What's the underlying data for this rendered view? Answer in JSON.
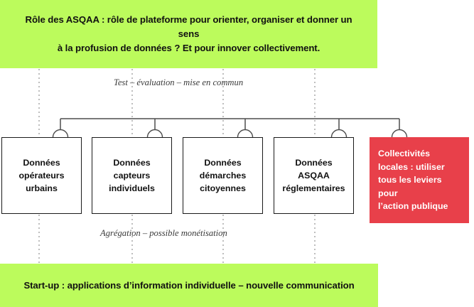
{
  "banner_top": {
    "lines": [
      "Rôle des ASQAA : rôle de plateforme pour orienter, organiser et donner un sens",
      "à la profusion de données ? Et pour innover collectivement."
    ],
    "color": "#bcfb5c"
  },
  "banner_bottom": {
    "lines": [
      "Start-up : applications d’information individuelle – nouvelle communication"
    ],
    "color": "#bcfb5c"
  },
  "captions": {
    "top": "Test – évaluation – mise en commun",
    "bottom": "Agrégation – possible monétisation"
  },
  "nodes": [
    {
      "id": "donnees-operateurs-urbains",
      "lines": [
        "Données",
        "opérateurs",
        "urbains"
      ],
      "fill": "#ffffff",
      "text_color": "#111111"
    },
    {
      "id": "donnees-capteurs-individuels",
      "lines": [
        "Données",
        "capteurs",
        "individuels"
      ],
      "fill": "#ffffff",
      "text_color": "#111111"
    },
    {
      "id": "donnees-demarches-citoyennes",
      "lines": [
        "Données",
        "démarches",
        "citoyennes"
      ],
      "fill": "#ffffff",
      "text_color": "#111111"
    },
    {
      "id": "donnees-asqaa-reglementaires",
      "lines": [
        "Données",
        "ASQAA",
        "réglementaires"
      ],
      "fill": "#ffffff",
      "text_color": "#111111"
    }
  ],
  "highlight_node": {
    "id": "collectivites-locales",
    "lines": [
      "Collectivités",
      "locales : utiliser",
      "tous les leviers pour",
      "l’action publique"
    ],
    "fill": "#e8404a",
    "text_color": "#ffffff"
  },
  "connectors": {
    "bus_color": "#4d4d4d",
    "dotted_color": "#9a9a9a",
    "circle_stroke": "#4d4d4d",
    "circle_fill": "#ffffff"
  }
}
